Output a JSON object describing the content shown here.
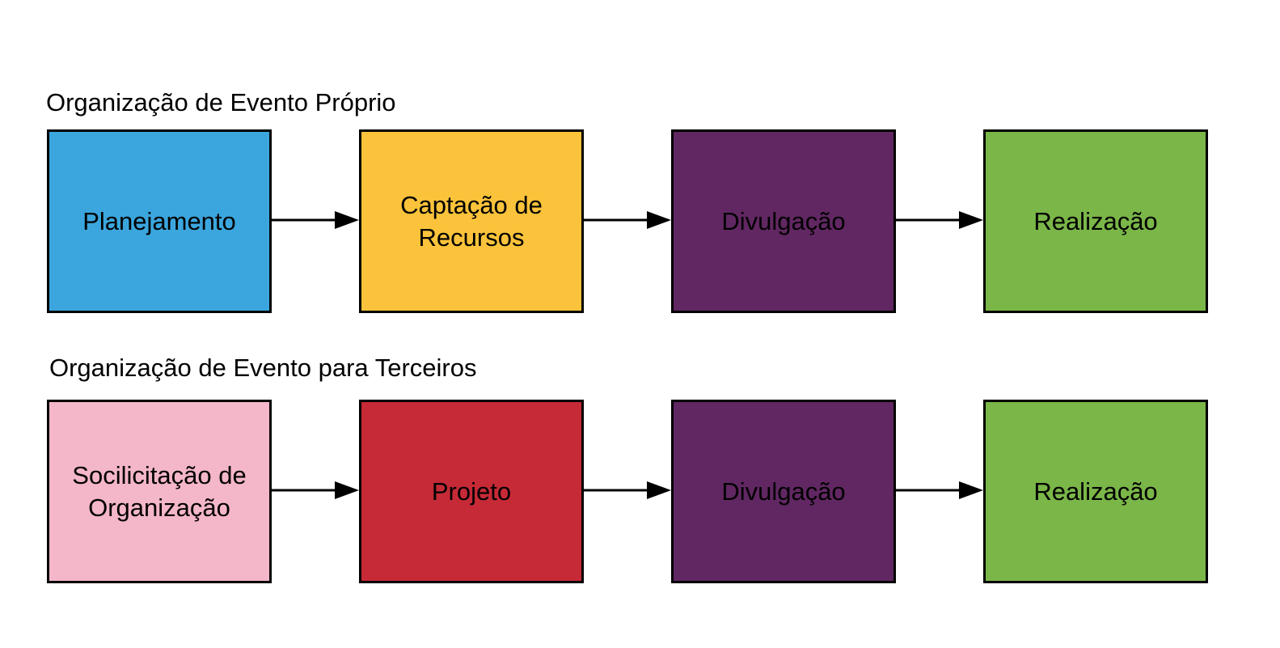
{
  "flows": [
    {
      "title": "Organização de Evento Próprio",
      "steps": [
        {
          "label": "Planejamento",
          "color": "#3BA6DE"
        },
        {
          "label": "Captação de\nRecursos",
          "color": "#FBC33B"
        },
        {
          "label": "Divulgação",
          "color": "#612762"
        },
        {
          "label": "Realização",
          "color": "#7AB648"
        }
      ]
    },
    {
      "title": "Organização de Evento para Terceiros",
      "steps": [
        {
          "label": "Socilicitação de\nOrganização",
          "color": "#F4B6C9"
        },
        {
          "label": "Projeto",
          "color": "#C52A36"
        },
        {
          "label": "Divulgação",
          "color": "#612762"
        },
        {
          "label": "Realização",
          "color": "#7AB648"
        }
      ]
    }
  ],
  "arrow_color": "#000000",
  "border_color": "#000000"
}
